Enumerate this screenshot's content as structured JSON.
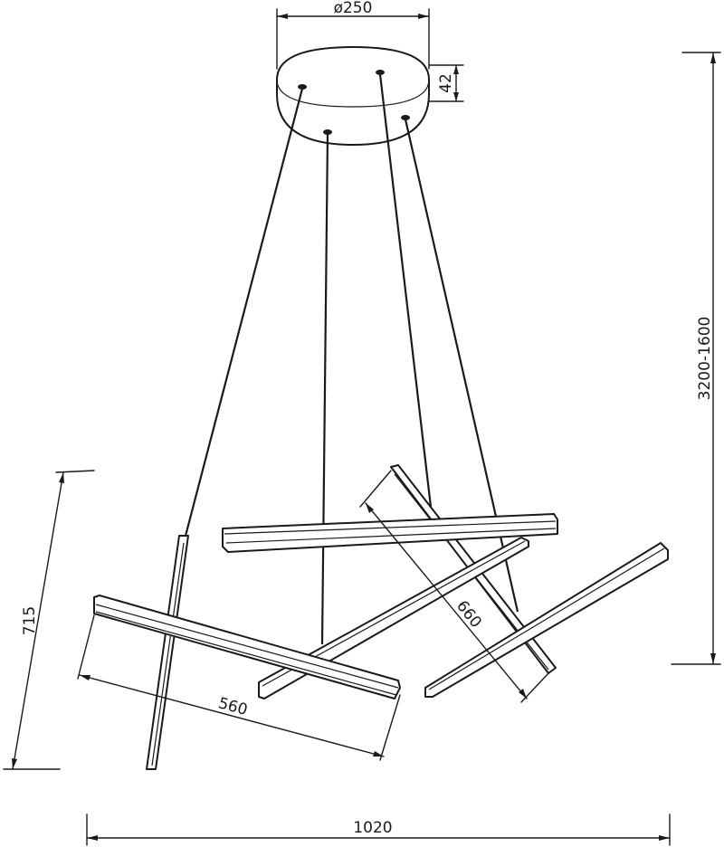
{
  "dimensions": {
    "canopy_diameter": "ø250",
    "canopy_height": "42",
    "suspension_height": "3200-1600",
    "bar_length_left": "560",
    "bar_length_diagonal": "660",
    "total_height": "715",
    "total_width": "1020"
  }
}
